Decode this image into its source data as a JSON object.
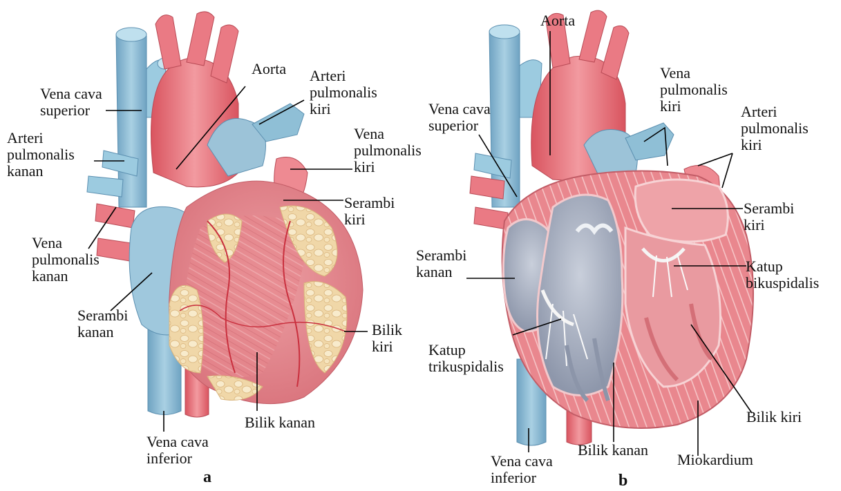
{
  "panel_a": {
    "letter": "a",
    "labels": {
      "vena_cava_superior": [
        "Vena cava",
        "superior"
      ],
      "arteri_pulmonalis_kanan": [
        "Arteri",
        "pulmonalis",
        "kanan"
      ],
      "vena_pulmonalis_kanan": [
        "Vena",
        "pulmonalis",
        "kanan"
      ],
      "serambi_kanan": [
        "Serambi",
        "kanan"
      ],
      "vena_cava_inferior": [
        "Vena cava",
        "inferior"
      ],
      "aorta": [
        "Aorta"
      ],
      "arteri_pulmonalis_kiri": [
        "Arteri",
        "pulmonalis",
        "kiri"
      ],
      "vena_pulmonalis_kiri": [
        "Vena",
        "pulmonalis",
        "kiri"
      ],
      "serambi_kiri": [
        "Serambi",
        "kiri"
      ],
      "bilik_kiri": [
        "Bilik",
        "kiri"
      ],
      "bilik_kanan": [
        "Bilik kanan"
      ]
    }
  },
  "panel_b": {
    "letter": "b",
    "labels": {
      "aorta": [
        "Aorta"
      ],
      "vena_cava_superior": [
        "Vena cava",
        "superior"
      ],
      "vena_pulmonalis_kiri": [
        "Vena",
        "pulmonalis",
        "kiri"
      ],
      "arteri_pulmonalis_kiri": [
        "Arteri",
        "pulmonalis",
        "kiri"
      ],
      "serambi_kiri": [
        "Serambi",
        "kiri"
      ],
      "serambi_kanan": [
        "Serambi",
        "kanan"
      ],
      "katup_bikuspidalis": [
        "Katup",
        "bikuspidalis"
      ],
      "katup_trikuspidalis": [
        "Katup",
        "trikuspidalis"
      ],
      "bilik_kiri": [
        "Bilik kiri"
      ],
      "bilik_kanan": [
        "Bilik kanan"
      ],
      "miokardium": [
        "Miokardium"
      ],
      "vena_cava_inferior": [
        "Vena cava",
        "inferior"
      ]
    }
  },
  "colors": {
    "artery": "#e8707a",
    "artery_light": "#f2a6a8",
    "vein": "#8fc0d8",
    "vein_dark": "#6fa3c2",
    "muscle": "#e8868c",
    "fat": "#f3ddb0",
    "chamber": "#b4bccb"
  }
}
